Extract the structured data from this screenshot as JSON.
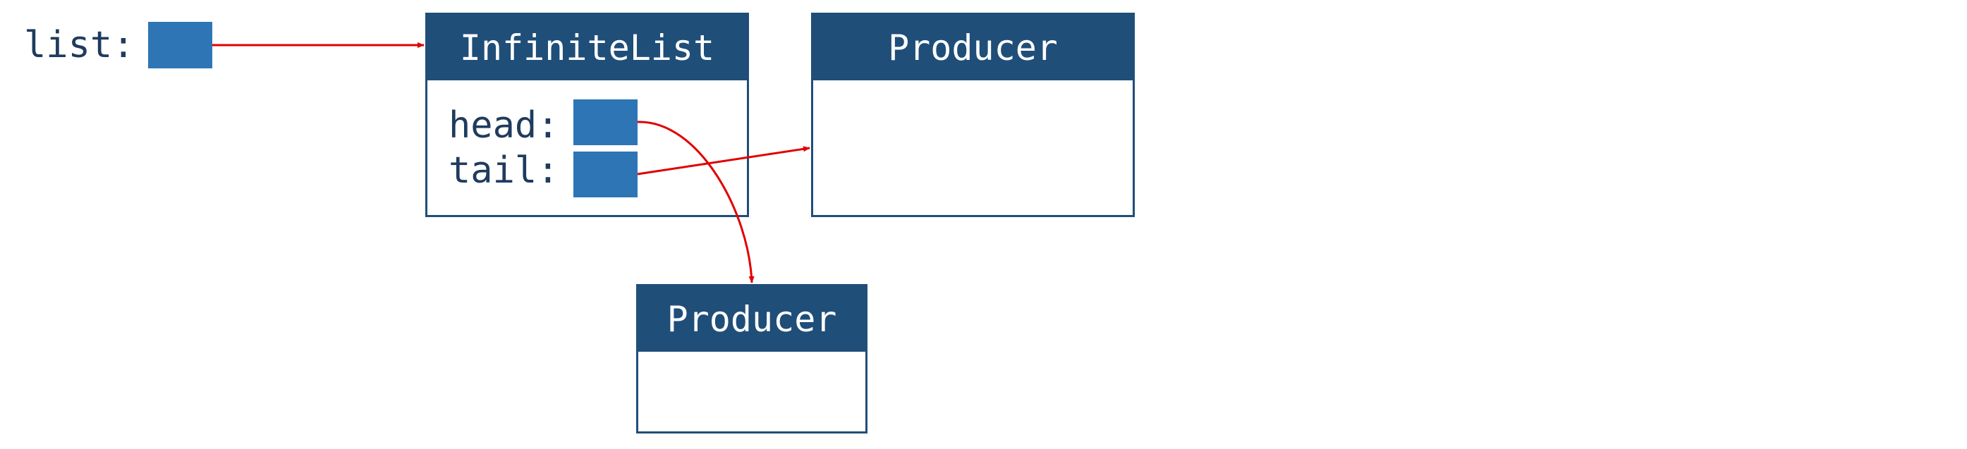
{
  "colors": {
    "header": "#1f4e79",
    "pointer": "#2e75b6",
    "text": "#1f3b5e",
    "arrow": "#e00000"
  },
  "variable": {
    "label": "list:"
  },
  "infinite_list": {
    "title": "InfiniteList",
    "fields": {
      "head_label": "head:",
      "tail_label": "tail:"
    }
  },
  "producer_right": {
    "title": "Producer"
  },
  "producer_bottom": {
    "title": "Producer"
  },
  "references": [
    {
      "from": "list",
      "to": "InfiniteList"
    },
    {
      "from": "InfiniteList.head",
      "to": "Producer (bottom)"
    },
    {
      "from": "InfiniteList.tail",
      "to": "Producer (right)"
    }
  ]
}
